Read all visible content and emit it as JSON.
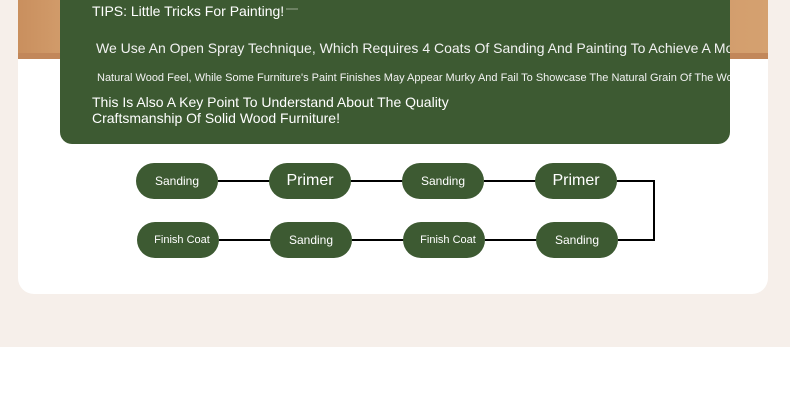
{
  "tips": {
    "title": "TIPS: Little Tricks For Painting!",
    "line1": "We Use An Open Spray Technique, Which Requires 4 Coats Of Sanding And Painting To Achieve A More W",
    "line2": "Natural Wood Feel, While Some Furniture's Paint Finishes May Appear Murky And Fail To Showcase The Natural Grain Of The Wood",
    "line3": "This Is Also A Key Point To Understand About The Quality Craftsmanship Of Solid Wood Furniture!"
  },
  "process": {
    "top_row": [
      "Sanding",
      "Primer",
      "Sanding",
      "Primer"
    ],
    "bottom_row": [
      "Finish Coat",
      "Sanding",
      "Finish Coat",
      "Sanding"
    ]
  },
  "colors": {
    "accent_green": "#3d5a32",
    "page_band": "#f6efea"
  }
}
